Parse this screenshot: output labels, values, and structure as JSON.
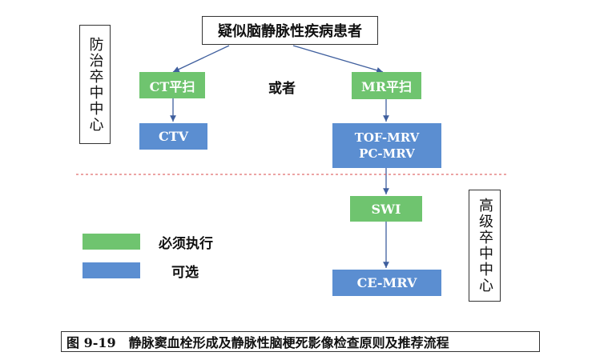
{
  "diagram": {
    "root": "疑似脑静脉性疾病患者",
    "left_side_label": "防治卒中中心",
    "right_side_label": "高级卒中中心",
    "connector_text": "或者",
    "nodes": {
      "ct_scan": "CT平扫",
      "mr_scan": "MR平扫",
      "ctv": "CTV",
      "mrv": "TOF-MRV\nPC-MRV",
      "swi": "SWI",
      "ce_mrv": "CE-MRV"
    },
    "legend": [
      {
        "label": "必须执行",
        "color": "#6fc46f"
      },
      {
        "label": "可选",
        "color": "#5b8ed1"
      }
    ],
    "caption": "图 9-19　静脉窦血栓形成及静脉性脑梗死影像检查原则及推荐流程"
  },
  "colors": {
    "required": "#6fc46f",
    "optional": "#5b8ed1",
    "arrow": "#3f5f9e",
    "dashed_line": "#d94a4a"
  }
}
